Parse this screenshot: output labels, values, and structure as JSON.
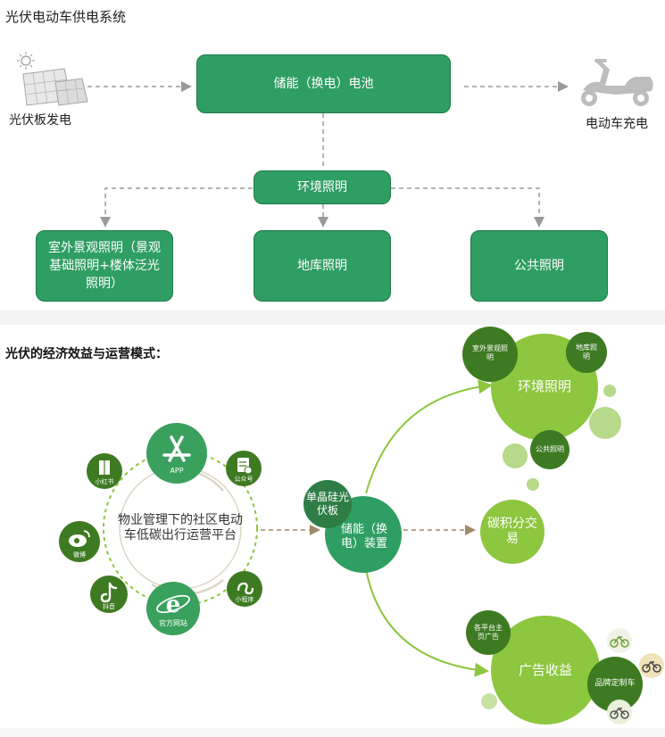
{
  "section1": {
    "title": "光伏电动车供电系统",
    "solar_label": "光伏板发电",
    "battery_label": "储能（换电）电池",
    "ev_label": "电动车充电",
    "env_light_label": "环境照明",
    "outdoor_label": "室外景观照明（景观基础照明+楼体泛光照明）",
    "garage_label": "地库照明",
    "public_label": "公共照明"
  },
  "section2": {
    "title": "光伏的经济效益与运营模式：",
    "hub_text": "物业管理下的社区电动车低碳出行运营平台",
    "app_label": "APP",
    "official_account_label": "公众号",
    "mini_program_label": "小程序",
    "website_label": "官方网站",
    "douyin_label": "抖音",
    "weibo_label": "微博",
    "xiaohongshu_label": "小红书",
    "mono_si_label": "单晶硅光伏板",
    "storage_label": "储能（换电）装置",
    "env_light_label": "环境照明",
    "outdoor_small_label": "室外景观照明",
    "garage_small_label": "地库照明",
    "public_small_label": "公共照明",
    "carbon_label": "碳积分交易",
    "ad_label": "广告收益",
    "platform_ad_label": "各平台主页广告",
    "brand_label": "品牌定制车"
  },
  "colors": {
    "box_green": "#2f9e62",
    "dark_green": "#3e7a22",
    "lime": "#8dc63f",
    "teal": "#2f9e62"
  },
  "icons": [
    "sun-icon",
    "solar-panel-icon",
    "scooter-icon",
    "app-store-icon",
    "document-icon",
    "mini-program-icon",
    "ie-browser-icon",
    "tiktok-icon",
    "weibo-icon",
    "book-icon",
    "bicycle-icon"
  ]
}
